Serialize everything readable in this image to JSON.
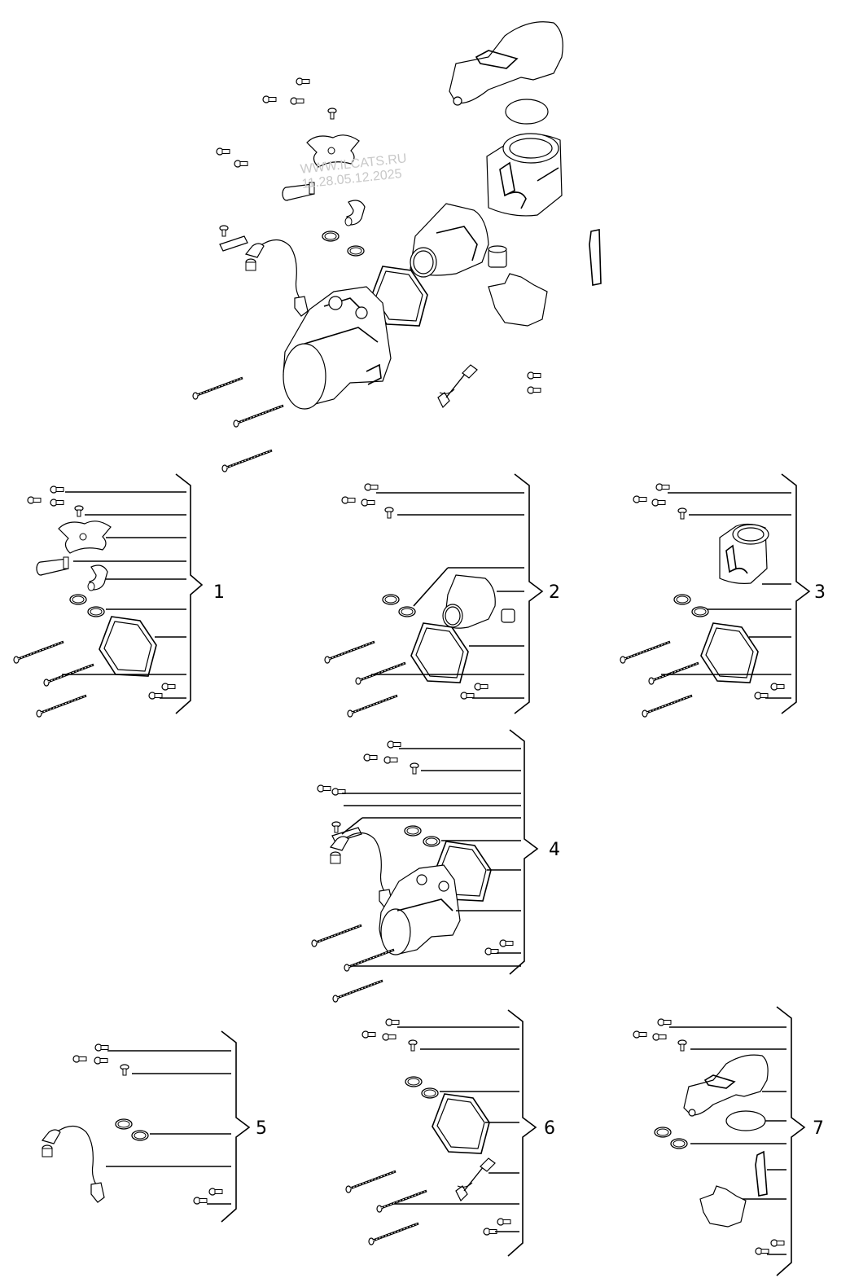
{
  "watermark": {
    "line1": "WWW.ILCATS.RU",
    "line2": "11.28.05.12.2025"
  },
  "groups": [
    {
      "number": "1"
    },
    {
      "number": "2"
    },
    {
      "number": "3"
    },
    {
      "number": "4"
    },
    {
      "number": "5"
    },
    {
      "number": "6"
    },
    {
      "number": "7"
    }
  ]
}
